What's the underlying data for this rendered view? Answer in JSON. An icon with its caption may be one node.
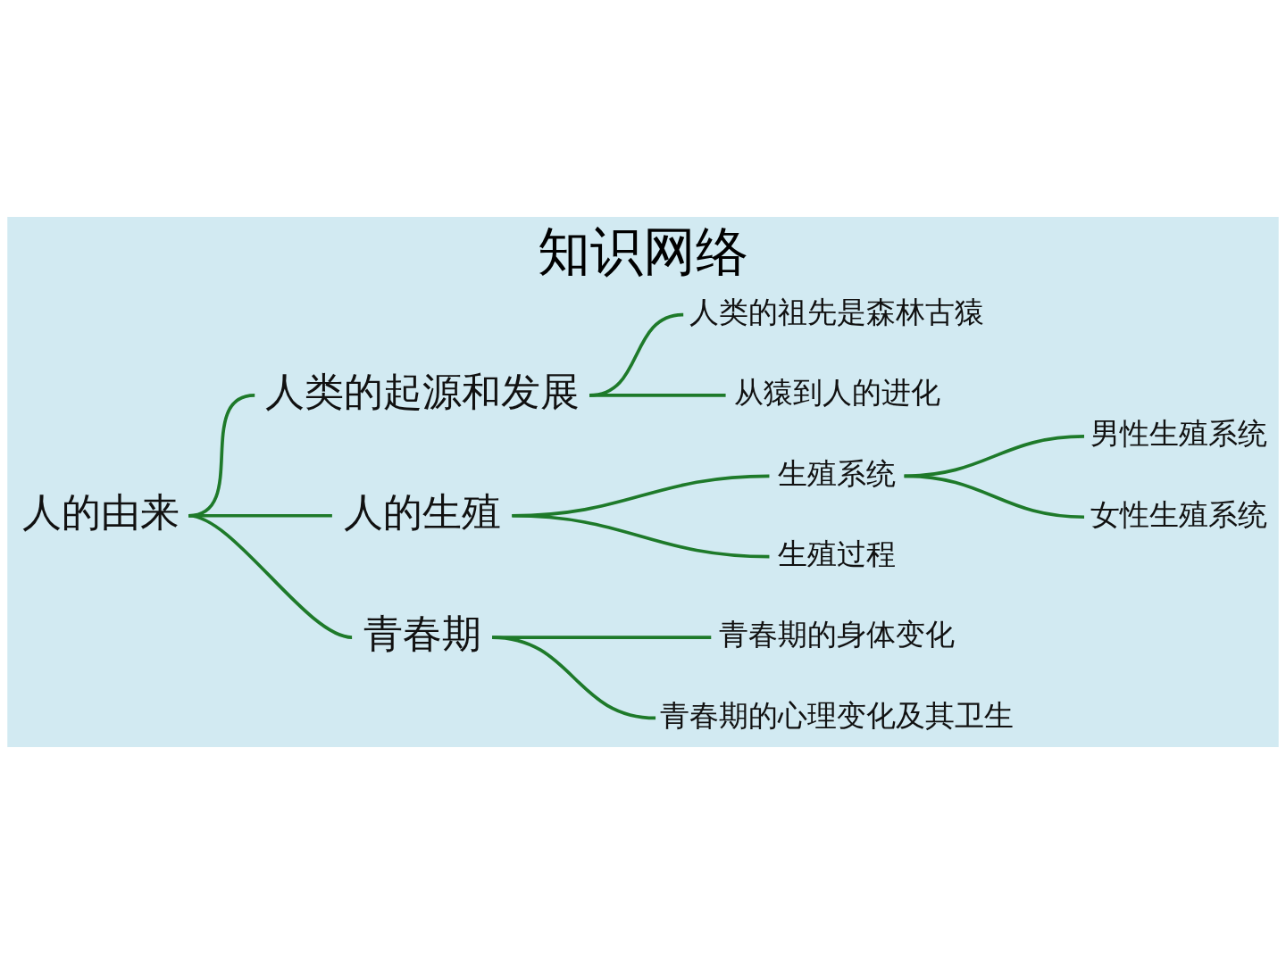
{
  "diagram": {
    "title": "知识网络",
    "nodes": [
      {
        "text": [
          "人的由来"
        ]
      },
      {
        "text": [
          "人类的起源和发展"
        ]
      },
      {
        "text": [
          "人类的祖先是森林古猿"
        ]
      },
      {
        "text": [
          "从猿到人的进化"
        ]
      },
      {
        "text": [
          "人的生殖"
        ]
      },
      {
        "text": [
          "生殖系统"
        ]
      },
      {
        "text": [
          "男性生殖系统"
        ]
      },
      {
        "text": [
          "女性生殖系统"
        ]
      },
      {
        "text": [
          "生殖过程"
        ]
      },
      {
        "text": [
          "青春期"
        ]
      },
      {
        "text": [
          "青春期的身体变化"
        ]
      },
      {
        "text": [
          "青春期的心理变化及其卫生"
        ]
      }
    ],
    "edges": [
      {
        "from": 0,
        "to": 1,
        "arrow": "none"
      },
      {
        "from": 0,
        "to": 4,
        "arrow": "none"
      },
      {
        "from": 0,
        "to": 9,
        "arrow": "none"
      },
      {
        "from": 1,
        "to": 2,
        "arrow": "none"
      },
      {
        "from": 1,
        "to": 3,
        "arrow": "none"
      },
      {
        "from": 4,
        "to": 5,
        "arrow": "none"
      },
      {
        "from": 4,
        "to": 8,
        "arrow": "none"
      },
      {
        "from": 5,
        "to": 6,
        "arrow": "none"
      },
      {
        "from": 5,
        "to": 7,
        "arrow": "none"
      },
      {
        "from": 9,
        "to": 10,
        "arrow": "none"
      },
      {
        "from": 9,
        "to": 11,
        "arrow": "none"
      }
    ]
  }
}
